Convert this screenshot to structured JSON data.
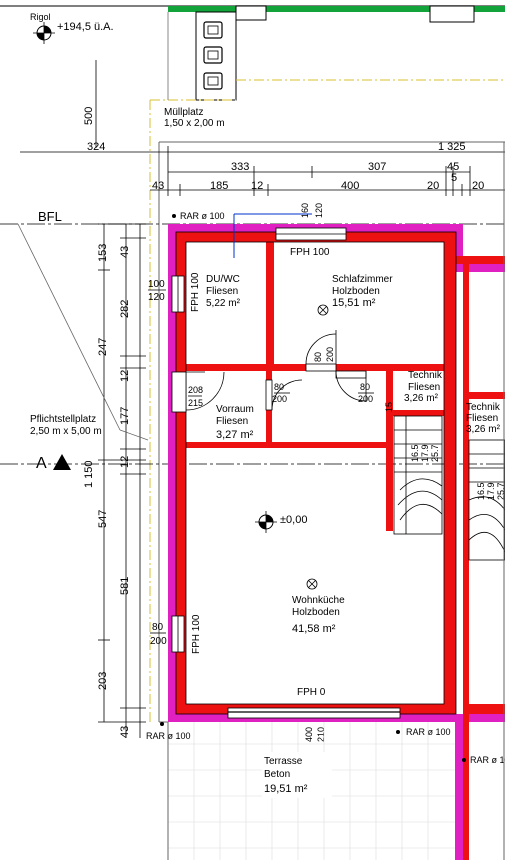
{
  "top": {
    "level_label": "Rigol",
    "elevation": "+194,5 ü.A."
  },
  "trash": {
    "name": "Müllplatz",
    "size": "1,50 x 2,00 m"
  },
  "parking": {
    "name": "Pflichtstellplatz",
    "size": "2,50 m x 5,00 m"
  },
  "labels": {
    "bfl": "BFL",
    "section": "A",
    "rar": "RAR ø 100",
    "elev_zero": "±0,00",
    "fph100": "FPH 100",
    "fph0": "FPH 0"
  },
  "rooms": {
    "wc": {
      "name": "DU/WC",
      "floor": "Fliesen",
      "area": "5,22 m²"
    },
    "bedroom": {
      "name": "Schlafzimmer",
      "floor": "Holzboden",
      "area": "15,51 m²"
    },
    "vestibule": {
      "name": "Vorraum",
      "floor": "Fliesen",
      "area": "3,27 m²"
    },
    "tech1": {
      "name": "Technik",
      "floor": "Fliesen",
      "area": "3,26 m²"
    },
    "tech2": {
      "name": "Technik",
      "floor": "Fliesen",
      "area": "3,26 m²"
    },
    "kitchen": {
      "name": "Wohnküche",
      "floor": "Holzboden",
      "area": "41,58 m²"
    },
    "terrace": {
      "name": "Terrasse",
      "floor": "Beton",
      "area": "19,51 m²"
    }
  },
  "dims_top": {
    "total": "1 325",
    "left": "324",
    "row1": [
      "333",
      "307",
      "45"
    ],
    "row2": [
      "43",
      "185",
      "12",
      "400",
      "20",
      "5",
      "20"
    ]
  },
  "dims_left": {
    "d500": "500",
    "outer": [
      "153",
      "247",
      "1 150",
      "547",
      "203"
    ],
    "inner": [
      "43",
      "282",
      "12",
      "177",
      "12",
      "581",
      "43"
    ]
  },
  "openings": {
    "win_w": "160",
    "win_h": "120",
    "wc_w": "100",
    "wc_h": "120",
    "door_a": "80",
    "door_b": "200",
    "door_c": "208",
    "door_d": "215",
    "door_e": "15",
    "kitchen_w": "80",
    "kitchen_h": "200",
    "terr_w": "400",
    "terr_h": "210"
  },
  "stairs": [
    "16.5",
    "17.9",
    "25.7",
    "16.5",
    "17.9",
    "25.7"
  ]
}
